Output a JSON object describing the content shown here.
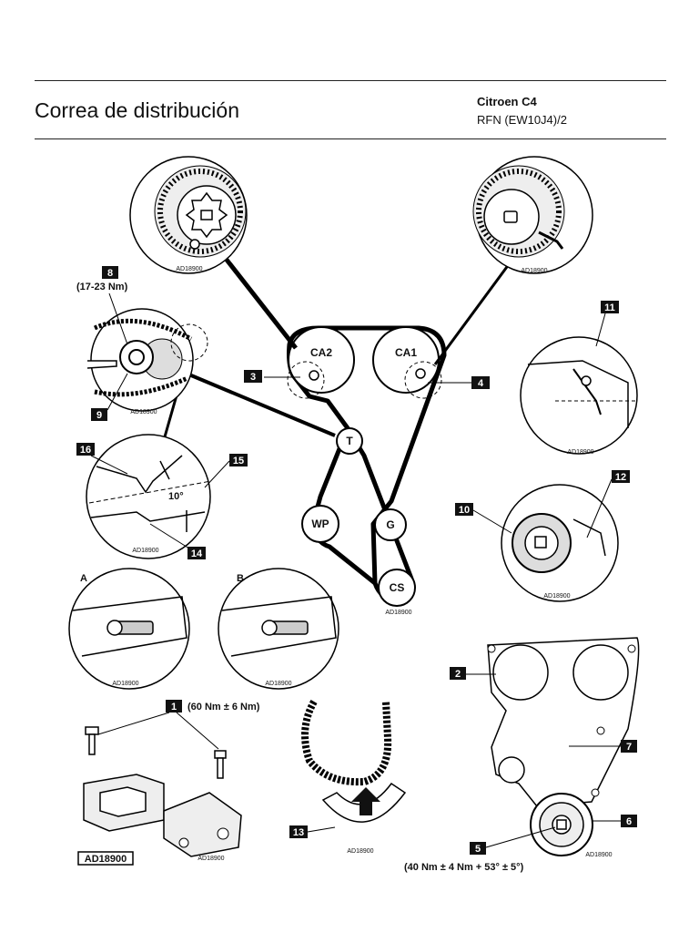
{
  "header": {
    "title": "Correa de distribución",
    "vehicle": "Citroen C4",
    "engine": "RFN (EW10J4)/2"
  },
  "pulleys": {
    "ca2": "CA2",
    "ca1": "CA1",
    "t": "T",
    "wp": "WP",
    "g": "G",
    "cs": "CS"
  },
  "callouts": {
    "n1": "1",
    "n2": "2",
    "n3": "3",
    "n4": "4",
    "n5": "5",
    "n6": "6",
    "n7": "7",
    "n8": "8",
    "n9": "9",
    "n10": "10",
    "n11": "11",
    "n12": "12",
    "n13": "13",
    "n14": "14",
    "n15": "15",
    "n16": "16"
  },
  "torques": {
    "t8": "(17-23 Nm)",
    "t1": "(60 Nm ± 6 Nm)",
    "t5": "(40 Nm ± 4 Nm + 53° ± 5°)"
  },
  "detail_labels": {
    "a": "A",
    "b": "B",
    "angle": "10°"
  },
  "image_code": "AD18900",
  "boxed_code": "AD18900"
}
